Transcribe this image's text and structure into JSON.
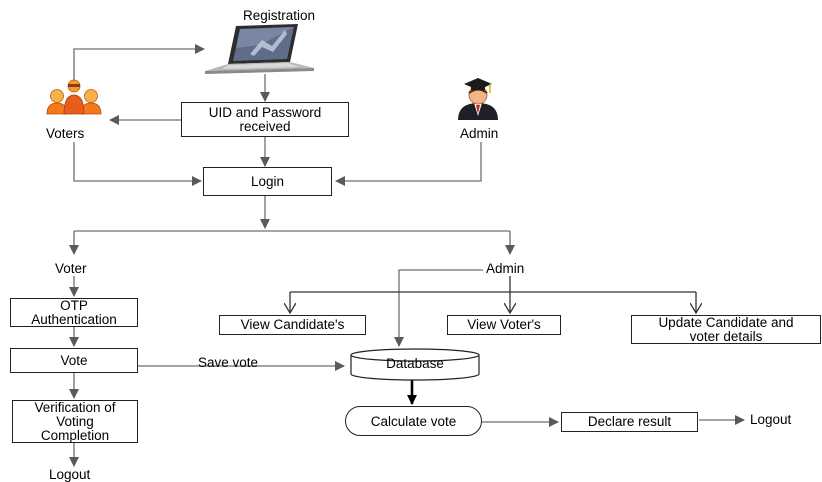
{
  "nodes": {
    "registration": "Registration",
    "uid_password": "UID and Password\nreceived",
    "voters": "Voters",
    "admin_actor": "Admin",
    "login": "Login",
    "voter_branch": "Voter",
    "admin_branch": "Admin",
    "otp": "OTP\nAuthentication",
    "vote": "Vote",
    "verification": "Verification of\nVoting\nCompletion",
    "logout_left": "Logout",
    "view_candidates": "View Candidate's",
    "view_voters": "View Voter's",
    "update_details": "Update Candidate and\nvoter details",
    "database": "Database",
    "calculate_vote": "Calculate vote",
    "declare_result": "Declare result",
    "logout_right": "Logout"
  },
  "edge_labels": {
    "save_vote": "Save vote"
  },
  "icons": {
    "laptop": "laptop-icon",
    "voters": "voters-group-icon",
    "admin": "admin-graduate-icon"
  },
  "colors": {
    "line": "#6f6f6f",
    "box_border": "#222222"
  }
}
